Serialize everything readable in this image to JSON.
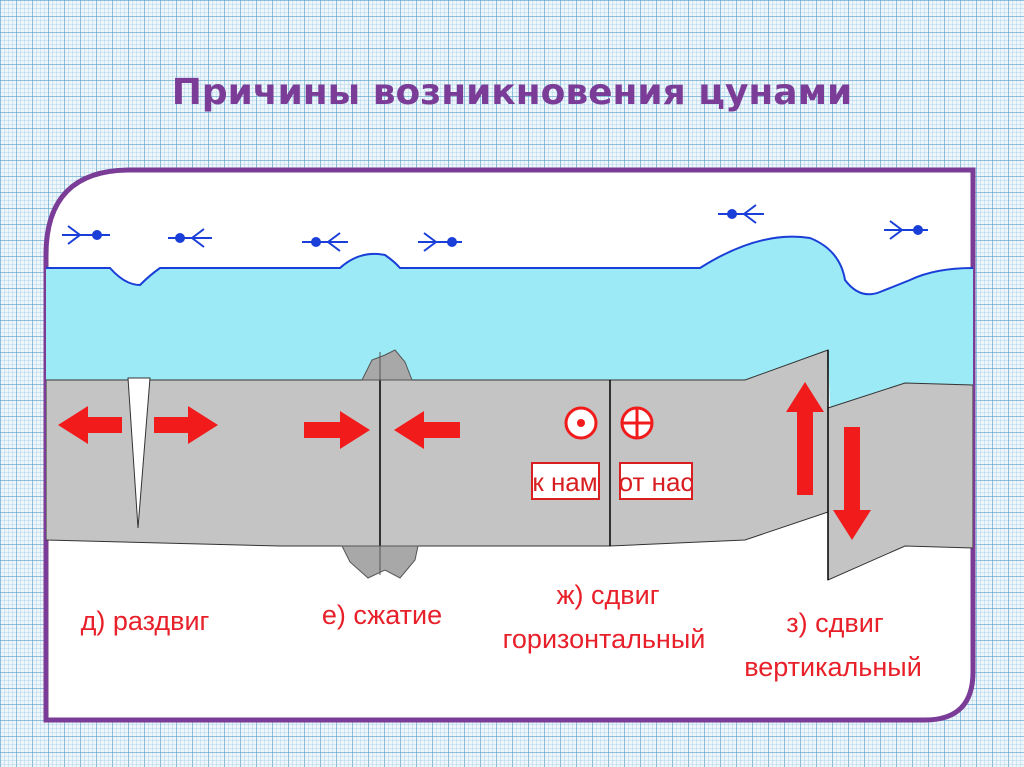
{
  "title": "Причины возникновения цунами",
  "panels": [
    {
      "label": "д) раздвиг"
    },
    {
      "label": "е) сжатие"
    },
    {
      "label_line1": "ж) сдвиг",
      "label_line2": "горизонтальный",
      "box_toward": "к нам",
      "box_away": "от нас"
    },
    {
      "label_line1": "з) сдвиг",
      "label_line2": "вертикальный"
    }
  ],
  "colors": {
    "title": "#7a3c96",
    "frame": "#7a3c96",
    "water": "#9ceaf5",
    "water_line": "#1a3fd8",
    "crust": "#c4c4c4",
    "arrow": "#f21b1b",
    "label": "#e8202a",
    "wind_arrow": "#1a3fd8"
  }
}
